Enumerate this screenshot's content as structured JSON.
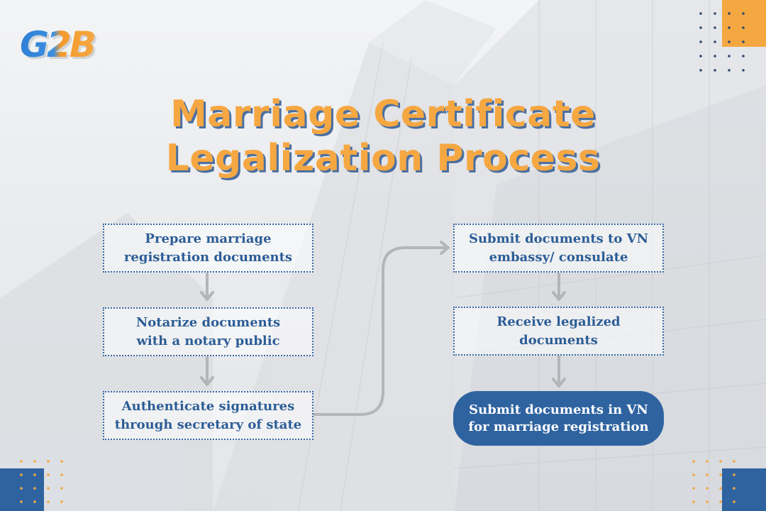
{
  "logo": {
    "text": "G2B"
  },
  "title": {
    "line1": "Marriage Certificate",
    "line2": "Legalization Process"
  },
  "steps": [
    {
      "line1": "Prepare marriage",
      "line2": "registration documents"
    },
    {
      "line1": "Notarize documents",
      "line2": "with a notary public"
    },
    {
      "line1": "Authenticate signatures",
      "line2": "through secretary of state"
    },
    {
      "line1": "Submit documents to VN",
      "line2": "embassy/ consulate"
    },
    {
      "line1": "Receive legalized",
      "line2": "documents"
    },
    {
      "line1": "Submit documents in VN",
      "line2": "for marriage registration"
    }
  ],
  "colors": {
    "accent": "#f5a742",
    "primary": "#2f63a0",
    "arrow": "#b3b5b8"
  }
}
